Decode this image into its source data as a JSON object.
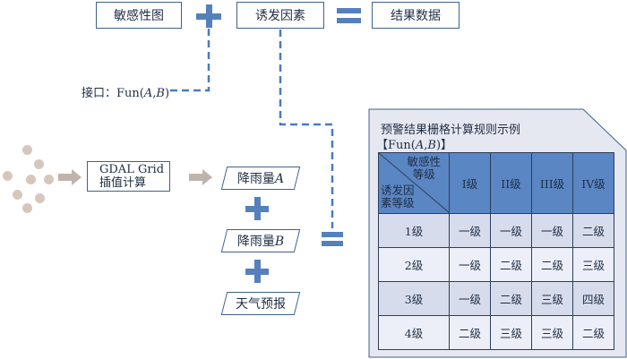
{
  "formula": {
    "sensitivity_map": "敏感性图",
    "trigger_factor": "诱发因素",
    "result_data": "结果数据"
  },
  "interface_label": {
    "prefix": "接口：Fun(",
    "a": "A",
    "comma": ",",
    "b": "B",
    "suffix": ")"
  },
  "interpolation": {
    "line1": "GDAL Grid",
    "line2": "插值计算"
  },
  "inputs": {
    "rain_a_text": "降雨量",
    "rain_a_var": "A",
    "rain_b_text": "降雨量",
    "rain_b_var": "B",
    "forecast": "天气预报"
  },
  "panel": {
    "title": "预警结果栅格计算规则示例",
    "subtitle_prefix": "【Fun(",
    "a": "A",
    "comma": ",",
    "b": "B",
    "subtitle_suffix": ")】",
    "corner_top_line1": "敏感性",
    "corner_top_line2": "等级",
    "corner_bottom_line1": "诱发因",
    "corner_bottom_line2": "素等级",
    "col_headers": [
      "I级",
      "II级",
      "III级",
      "IV级"
    ],
    "rows": [
      {
        "label": "1级",
        "cells": [
          "一级",
          "一级",
          "一级",
          "二级"
        ]
      },
      {
        "label": "2级",
        "cells": [
          "一级",
          "二级",
          "二级",
          "三级"
        ]
      },
      {
        "label": "3级",
        "cells": [
          "一级",
          "二级",
          "三级",
          "四级"
        ]
      },
      {
        "label": "4级",
        "cells": [
          "二级",
          "三级",
          "三级",
          "二级"
        ]
      }
    ]
  },
  "colors": {
    "box_border": "#40618e",
    "operator": "#5480bc",
    "dashed_line": "#4a7bbf",
    "arrow": "#bfb4ad",
    "panel_fill": "#e6e8f1",
    "header_fill": "#5a86c4",
    "row_odd": "#d7dcec",
    "row_even": "#eceff7"
  }
}
